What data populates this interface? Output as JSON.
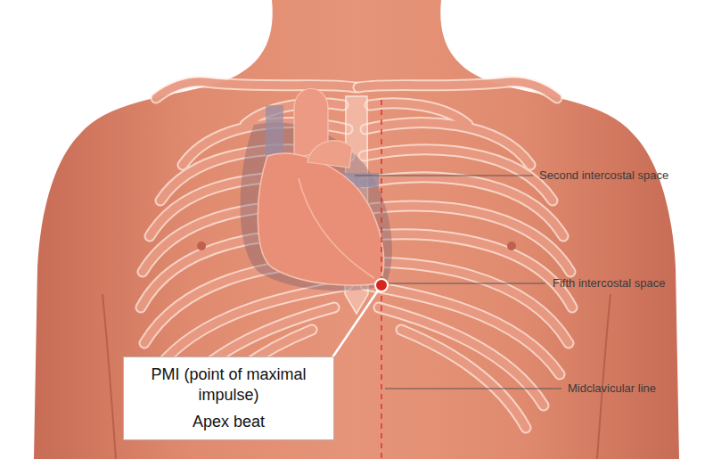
{
  "diagram": {
    "nodes": [
      {
        "text": [
          "PMI (point of maximal impulse)",
          "Apex beat"
        ]
      }
    ],
    "labels": [
      "Second intercostal space",
      "Fifth intercostal space",
      "Midclavicular line"
    ]
  }
}
